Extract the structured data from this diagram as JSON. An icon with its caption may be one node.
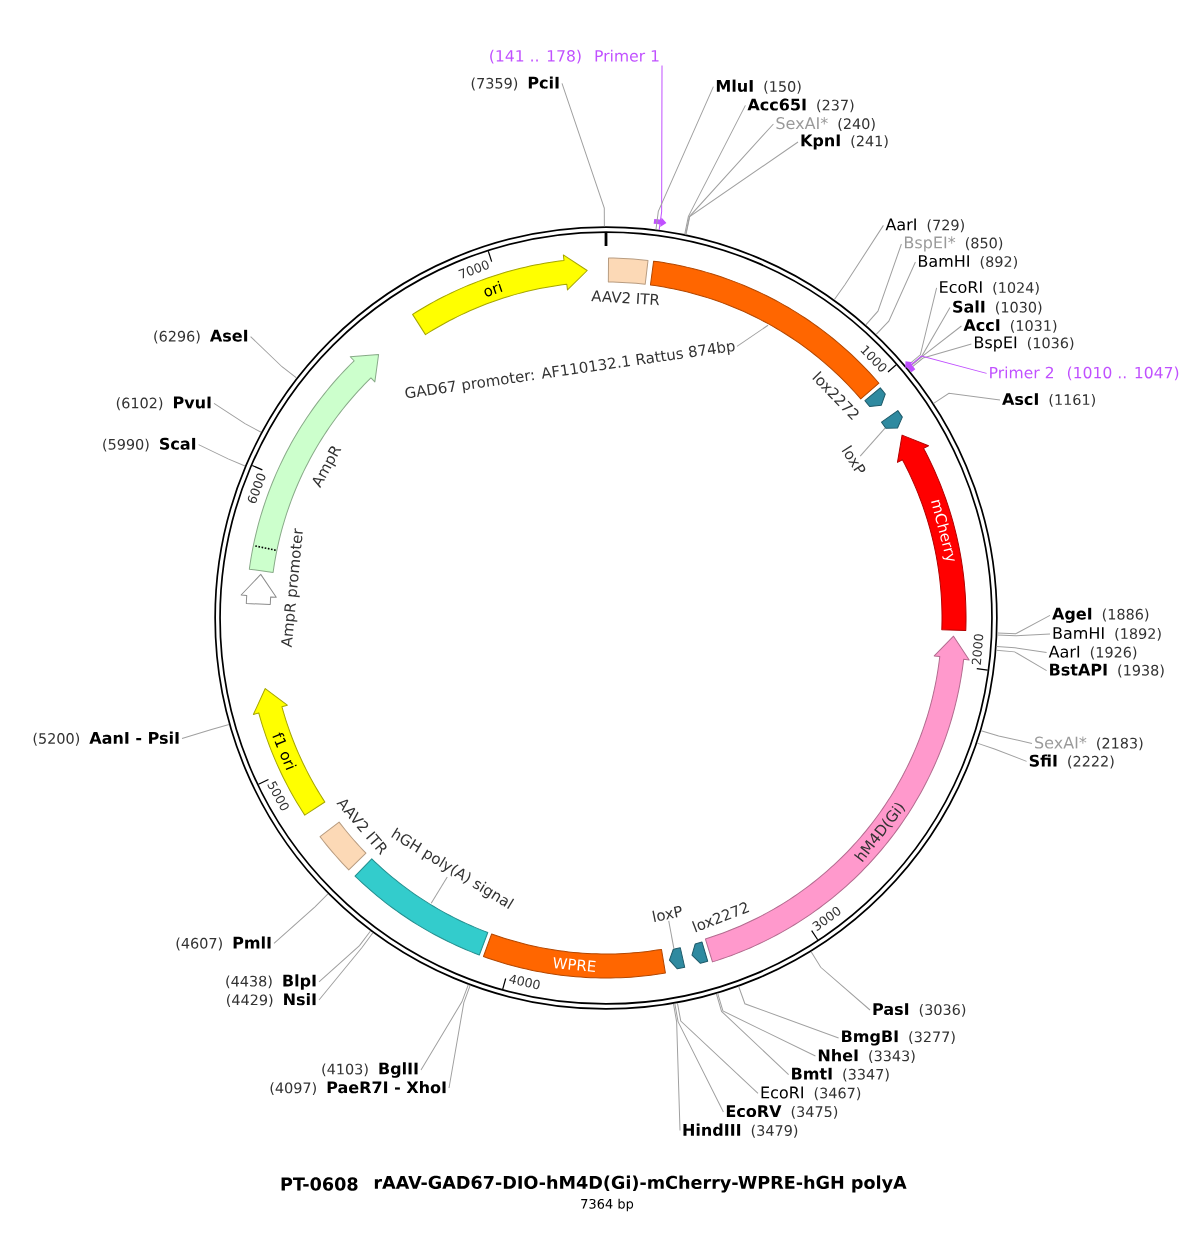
{
  "diagram": {
    "title": "rAAV-GAD67-DIO-hM4D(Gi)-mCherry-WPRE-hGH polyA",
    "caption": "7364 bp",
    "nodes": [
      {
        "text": [],
        "shape": "circle"
      },
      {
        "text": [
          "(141 .. 178)",
          "Primer 1"
        ]
      },
      {
        "text": [
          "(7359)",
          "PciI"
        ]
      },
      {
        "text": [
          "MluI",
          "(150)"
        ]
      },
      {
        "text": [
          "Acc65I",
          "(237)"
        ]
      },
      {
        "text": [
          "SexAI*",
          "(240)"
        ]
      },
      {
        "text": [
          "KpnI",
          "(241)"
        ]
      },
      {
        "text": [
          "AarI",
          "(729)"
        ]
      },
      {
        "text": [
          "BspEI*",
          "(850)"
        ]
      },
      {
        "text": [
          "BamHI",
          "(892)"
        ]
      },
      {
        "text": [
          "EcoRI",
          "(1024)"
        ]
      },
      {
        "text": [
          "SalI",
          "(1030)"
        ]
      },
      {
        "text": [
          "AccI",
          "(1031)"
        ]
      },
      {
        "text": [
          "BspEI",
          "(1036)"
        ]
      },
      {
        "text": [
          "Primer 2",
          "(1010 .. 1047)"
        ]
      },
      {
        "text": [
          "AscI",
          "(1161)"
        ]
      },
      {
        "text": [
          "AgeI",
          "(1886)"
        ]
      },
      {
        "text": [
          "BamHI",
          "(1892)"
        ]
      },
      {
        "text": [
          "AarI",
          "(1926)"
        ]
      },
      {
        "text": [
          "BstAPI",
          "(1938)"
        ]
      },
      {
        "text": [
          "SexAI*",
          "(2183)"
        ]
      },
      {
        "text": [
          "SfiI",
          "(2222)"
        ]
      },
      {
        "text": [
          "PasI",
          "(3036)"
        ]
      },
      {
        "text": [
          "BmgBI",
          "(3277)"
        ]
      },
      {
        "text": [
          "NheI",
          "(3343)"
        ]
      },
      {
        "text": [
          "BmtI",
          "(3347)"
        ]
      },
      {
        "text": [
          "EcoRI",
          "(3467)"
        ]
      },
      {
        "text": [
          "EcoRV",
          "(3475)"
        ]
      },
      {
        "text": [
          "HindIII",
          "(3479)"
        ]
      },
      {
        "text": [
          "(4103)",
          "BglII"
        ]
      },
      {
        "text": [
          "(4097)",
          "PaeR7I - XhoI"
        ]
      },
      {
        "text": [
          "(4438)",
          "BlpI"
        ]
      },
      {
        "text": [
          "(4429)",
          "NsiI"
        ]
      },
      {
        "text": [
          "(4607)",
          "PmlI"
        ]
      },
      {
        "text": [
          "(5200)",
          "AanI - PsiI"
        ]
      },
      {
        "text": [
          "(5990)",
          "ScaI"
        ]
      },
      {
        "text": [
          "(6102)",
          "PvuI"
        ]
      },
      {
        "text": [
          "(6296)",
          "AseI"
        ]
      },
      {
        "text": [
          "AAV2 ITR"
        ],
        "in": 0
      },
      {
        "text": [],
        "shape": "bar",
        "in": 0
      },
      {
        "text": [
          "GAD67 promoter: AF110132.1 Rattus 874bp"
        ],
        "in": 0
      },
      {
        "text": [
          "lox2272"
        ],
        "in": 0
      },
      {
        "text": [],
        "shape": "arrow",
        "in": 0
      },
      {
        "text": [
          "loxP"
        ],
        "in": 0
      },
      {
        "text": [
          "mCherry"
        ],
        "in": 0
      },
      {
        "text": [
          "hM4D(Gi)"
        ],
        "in": 0
      },
      {
        "text": [
          "lox2272"
        ],
        "in": 0
      },
      {
        "text": [],
        "shape": "arrow",
        "in": 0
      },
      {
        "text": [
          "loxP"
        ],
        "in": 0
      },
      {
        "text": [
          "WPRE"
        ],
        "in": 0
      },
      {
        "text": [],
        "shape": "bar",
        "in": 0
      },
      {
        "text": [
          "hGH poly(A) signal"
        ],
        "in": 0
      },
      {
        "text": [
          "AAV2 ITR"
        ],
        "in": 0
      },
      {
        "text": [
          "f1 ori"
        ],
        "in": 0
      },
      {
        "text": [
          "AmpR promoter"
        ],
        "in": 0
      },
      {
        "text": [
          "AmpR"
        ],
        "in": 0
      },
      {
        "text": [
          "ori"
        ],
        "in": 0
      }
    ],
    "edges": [
      {
        "from": 1,
        "to": 0,
        "arrow": "other",
        "color": "#c050ff"
      },
      {
        "from": 2,
        "to": 0,
        "arrow": "none"
      },
      {
        "from": 3,
        "to": 0,
        "arrow": "none"
      },
      {
        "from": 4,
        "to": 0,
        "arrow": "none"
      },
      {
        "from": 5,
        "to": 0,
        "arrow": "none"
      },
      {
        "from": 6,
        "to": 0,
        "arrow": "none"
      },
      {
        "from": 7,
        "to": 0,
        "arrow": "none"
      },
      {
        "from": 8,
        "to": 0,
        "arrow": "none"
      },
      {
        "from": 9,
        "to": 0,
        "arrow": "none"
      },
      {
        "from": 10,
        "to": 0,
        "arrow": "none"
      },
      {
        "from": 11,
        "to": 0,
        "arrow": "none"
      },
      {
        "from": 12,
        "to": 0,
        "arrow": "none"
      },
      {
        "from": 13,
        "to": 0,
        "arrow": "none"
      },
      {
        "from": 14,
        "to": 0,
        "arrow": "other",
        "color": "#c050ff"
      },
      {
        "from": 15,
        "to": 0,
        "arrow": "none"
      },
      {
        "from": 16,
        "to": 0,
        "arrow": "none"
      },
      {
        "from": 17,
        "to": 0,
        "arrow": "none"
      },
      {
        "from": 18,
        "to": 0,
        "arrow": "none"
      },
      {
        "from": 19,
        "to": 0,
        "arrow": "none"
      },
      {
        "from": 20,
        "to": 0,
        "arrow": "none"
      },
      {
        "from": 21,
        "to": 0,
        "arrow": "none"
      },
      {
        "from": 22,
        "to": 0,
        "arrow": "none"
      },
      {
        "from": 23,
        "to": 0,
        "arrow": "none"
      },
      {
        "from": 24,
        "to": 0,
        "arrow": "none"
      },
      {
        "from": 25,
        "to": 0,
        "arrow": "none"
      },
      {
        "from": 26,
        "to": 0,
        "arrow": "none"
      },
      {
        "from": 27,
        "to": 0,
        "arrow": "none"
      },
      {
        "from": 28,
        "to": 0,
        "arrow": "none"
      },
      {
        "from": 29,
        "to": 0,
        "arrow": "none"
      },
      {
        "from": 30,
        "to": 0,
        "arrow": "none"
      },
      {
        "from": 31,
        "to": 0,
        "arrow": "none"
      },
      {
        "from": 32,
        "to": 0,
        "arrow": "none"
      },
      {
        "from": 33,
        "to": 0,
        "arrow": "none"
      },
      {
        "from": 34,
        "to": 0,
        "arrow": "none"
      },
      {
        "from": 35,
        "to": 0,
        "arrow": "none"
      },
      {
        "from": 36,
        "to": 0,
        "arrow": "none"
      },
      {
        "from": 37,
        "to": 0,
        "arrow": "none"
      },
      {
        "from": 40,
        "to": 39,
        "arrow": "none"
      },
      {
        "from": 43,
        "to": 42,
        "arrow": "none"
      },
      {
        "from": 48,
        "to": 47,
        "arrow": "none"
      },
      {
        "from": 51,
        "to": 50,
        "arrow": "none"
      }
    ],
    "labels": [
      "7000",
      "1000",
      "6000",
      "2000",
      "5000",
      "3000",
      "4000",
      "PT-0608"
    ]
  }
}
